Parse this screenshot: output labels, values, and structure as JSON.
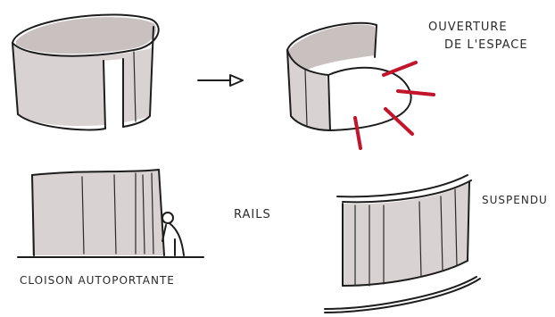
{
  "labels": {
    "ouverture_line1": "OUVERTURE",
    "ouverture_line2": "DE L'ESPACE",
    "rails": "RAILS",
    "suspendu": "SUSPENDU",
    "cloison": "CLOISON AUTOPORTANTE"
  },
  "colors": {
    "ink": "#1d1d1d",
    "wall_fill": "#d9d2d2",
    "accent_red": "#c2142a",
    "background": "#ffffff"
  }
}
